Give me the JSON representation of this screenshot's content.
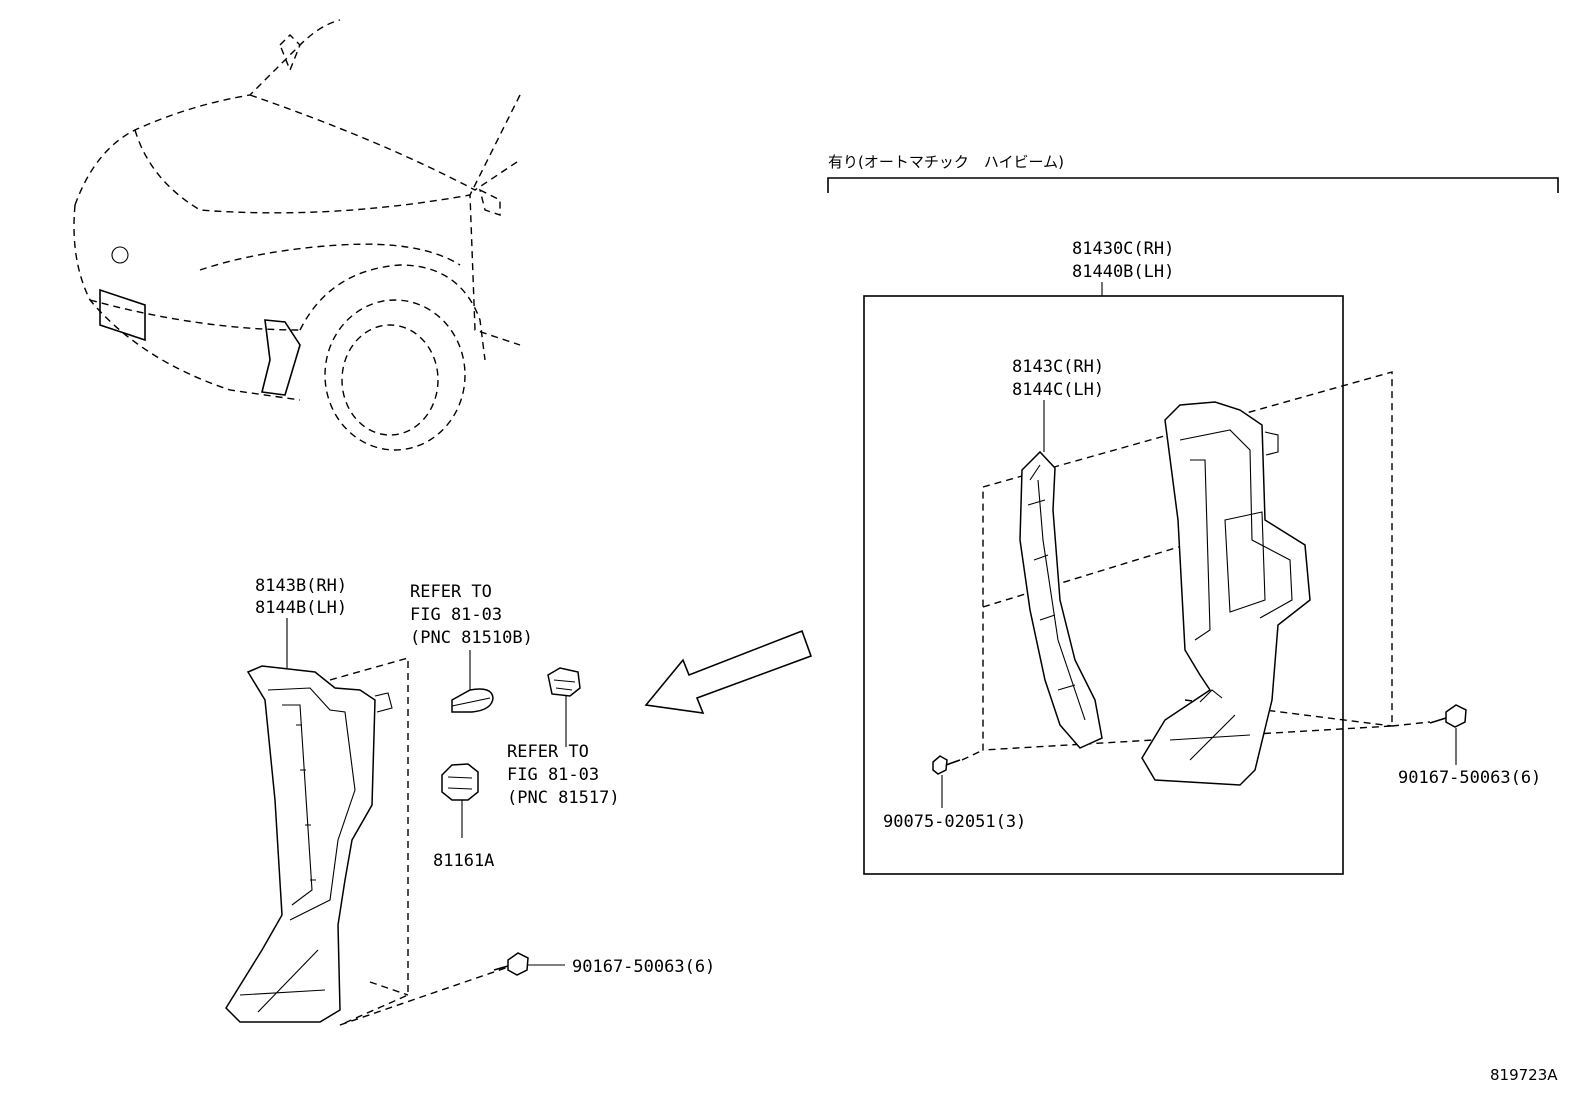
{
  "diagram_id": "819723A",
  "option_header": "有り(オートマチック　ハイビーム)",
  "parts": {
    "assembly": {
      "rh": "81430C(RH)",
      "lh": "81440B(LH)"
    },
    "lamp_upper": {
      "rh": "8143C(RH)",
      "lh": "8144C(LH)"
    },
    "lamp_lower": {
      "rh": "8143B(RH)",
      "lh": "8144B(LH)"
    },
    "screw_box": "90075-02051(3)",
    "bolt_box": "90167-50063(6)",
    "bolt_lower": "90167-50063(6)",
    "socket": "81161A"
  },
  "refers": [
    {
      "line1": "REFER TO",
      "line2": "FIG 81-03",
      "line3": "(PNC 81510B)"
    },
    {
      "line1": "REFER TO",
      "line2": "FIG 81-03",
      "line3": "(PNC 81517)"
    }
  ]
}
